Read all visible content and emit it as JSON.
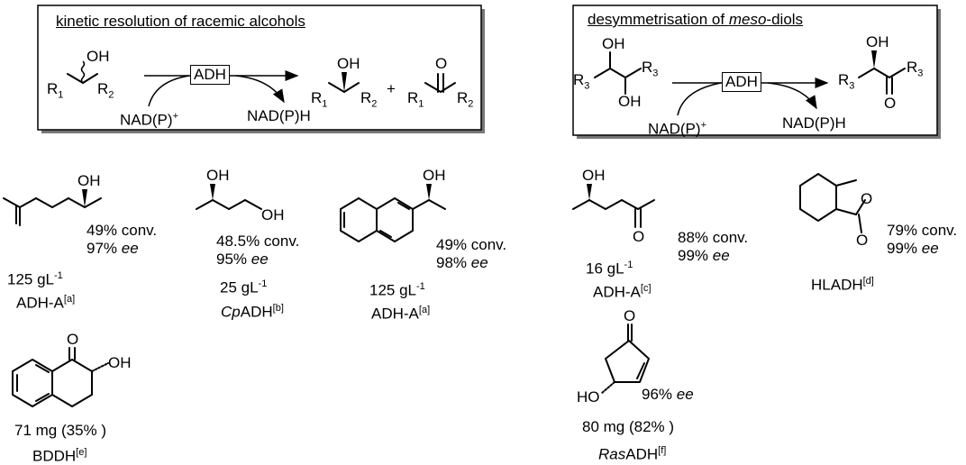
{
  "panels": {
    "kinetic": {
      "title": "kinetic resolution of racemic alcohols",
      "enzyme": "ADH",
      "cofactor_in": "NAD(P)",
      "cofactor_in_charge": "+",
      "cofactor_out": "NAD(P)H",
      "plus": "+",
      "oh": "OH",
      "o": "O",
      "r": "R",
      "sub1": "1",
      "sub2": "2"
    },
    "meso": {
      "title_pre": "desymmetrisation of ",
      "title_em": "meso",
      "title_post": "-diols",
      "enzyme": "ADH",
      "cofactor_in": "NAD(P)",
      "cofactor_in_charge": "+",
      "cofactor_out": "NAD(P)H",
      "oh": "OH",
      "o": "O",
      "r": "R",
      "sub3": "3"
    }
  },
  "products": [
    {
      "conv": "49% conv.",
      "ee_val": "97%",
      "ee": "ee",
      "loading": "125 gL",
      "exp": "-1",
      "enzyme_pre": "",
      "enzyme": "ADH-A",
      "ref": "[a]",
      "oh": "OH"
    },
    {
      "conv": "48.5% conv.",
      "ee_val": "95%",
      "ee": "ee",
      "loading": "25 gL",
      "exp": "-1",
      "enzyme_pre": "Cp",
      "enzyme": "ADH",
      "ref": "[b]",
      "oh1": "OH",
      "oh2": "OH"
    },
    {
      "conv": "49% conv.",
      "ee_val": "98%",
      "ee": "ee",
      "loading": "125 gL",
      "exp": "-1",
      "enzyme_pre": "",
      "enzyme": "ADH-A",
      "ref": "[a]",
      "oh": "OH"
    },
    {
      "conv": "88% conv.",
      "ee_val": "99%",
      "ee": "ee",
      "loading": "16 gL",
      "exp": "-1",
      "enzyme_pre": "",
      "enzyme": "ADH-A",
      "ref": "[c]",
      "oh": "OH",
      "o": "O"
    },
    {
      "conv": "79% conv.",
      "ee_val": "99%",
      "ee": "ee",
      "enzyme_pre": "",
      "enzyme": "HLADH",
      "ref": "[d]",
      "o1": "O",
      "o2": "O"
    },
    {
      "yield": "71 mg (35% )",
      "enzyme_pre": "",
      "enzyme": "BDDH",
      "ref": "[e]",
      "o": "O",
      "oh": "OH"
    },
    {
      "ee_val": "96%",
      "ee": "ee",
      "yield": "80 mg (82% )",
      "enzyme_pre": "Ras",
      "enzyme": "ADH",
      "ref": "[f]",
      "o": "O",
      "ho": "HO"
    }
  ]
}
